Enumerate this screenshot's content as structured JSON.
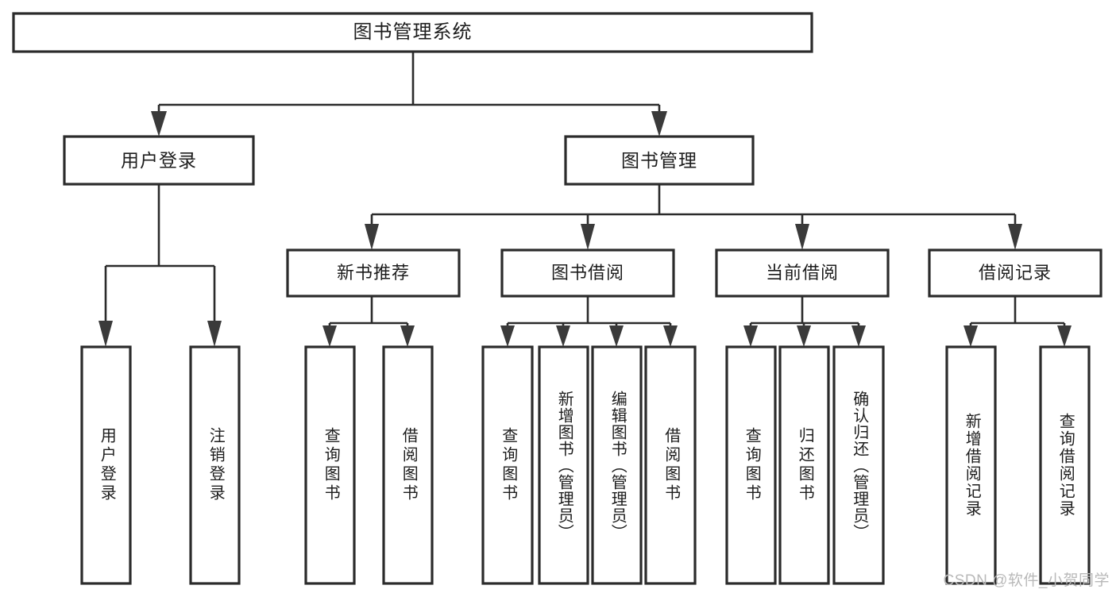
{
  "diagram": {
    "type": "tree-hierarchy",
    "title": "图书管理系统",
    "watermark": "CSDN @软件_小贺同学",
    "colors": {
      "background": "#ffffff",
      "box_stroke": "#2b2b2b",
      "box_fill": "#ffffff",
      "connector": "#2b2b2b",
      "arrow": "#3a3a3a",
      "text": "#1d1d1d",
      "watermark": "#b9b9b9"
    },
    "levels": [
      {
        "level": 1,
        "nodes": [
          {
            "id": "root",
            "label": "图书管理系统",
            "orientation": "horizontal"
          }
        ]
      },
      {
        "level": 2,
        "nodes": [
          {
            "id": "user-login",
            "label": "用户登录",
            "orientation": "horizontal",
            "parent": "root"
          },
          {
            "id": "book-manage",
            "label": "图书管理",
            "orientation": "horizontal",
            "parent": "root"
          }
        ]
      },
      {
        "level": 3,
        "nodes": [
          {
            "id": "new-book-recommend",
            "label": "新书推荐",
            "orientation": "horizontal",
            "parent": "book-manage"
          },
          {
            "id": "book-borrow",
            "label": "图书借阅",
            "orientation": "horizontal",
            "parent": "book-manage"
          },
          {
            "id": "current-borrow",
            "label": "当前借阅",
            "orientation": "horizontal",
            "parent": "book-manage"
          },
          {
            "id": "borrow-record",
            "label": "借阅记录",
            "orientation": "horizontal",
            "parent": "book-manage"
          }
        ]
      },
      {
        "level": 4,
        "nodes": [
          {
            "id": "leaf-user-login",
            "label": "用户登录",
            "orientation": "vertical",
            "parent": "user-login"
          },
          {
            "id": "leaf-logout-login",
            "label": "注销登录",
            "orientation": "vertical",
            "parent": "user-login"
          },
          {
            "id": "leaf-query-book-1",
            "label": "查询图书",
            "orientation": "vertical",
            "parent": "new-book-recommend"
          },
          {
            "id": "leaf-borrow-book-1",
            "label": "借阅图书",
            "orientation": "vertical",
            "parent": "new-book-recommend"
          },
          {
            "id": "leaf-query-book-2",
            "label": "查询图书",
            "orientation": "vertical",
            "parent": "book-borrow"
          },
          {
            "id": "leaf-add-book",
            "label": "新增图书（管理员）",
            "orientation": "vertical",
            "parent": "book-borrow"
          },
          {
            "id": "leaf-edit-book",
            "label": "编辑图书（管理员）",
            "orientation": "vertical",
            "parent": "book-borrow"
          },
          {
            "id": "leaf-borrow-book-2",
            "label": "借阅图书",
            "orientation": "vertical",
            "parent": "book-borrow"
          },
          {
            "id": "leaf-query-book-3",
            "label": "查询图书",
            "orientation": "vertical",
            "parent": "current-borrow"
          },
          {
            "id": "leaf-return-book",
            "label": "归还图书",
            "orientation": "vertical",
            "parent": "current-borrow"
          },
          {
            "id": "leaf-confirm-return",
            "label": "确认归还（管理员）",
            "orientation": "vertical",
            "parent": "current-borrow"
          },
          {
            "id": "leaf-add-record",
            "label": "新增借阅记录",
            "orientation": "vertical",
            "parent": "borrow-record"
          },
          {
            "id": "leaf-query-record",
            "label": "查询借阅记录",
            "orientation": "vertical",
            "parent": "borrow-record"
          }
        ]
      }
    ]
  }
}
